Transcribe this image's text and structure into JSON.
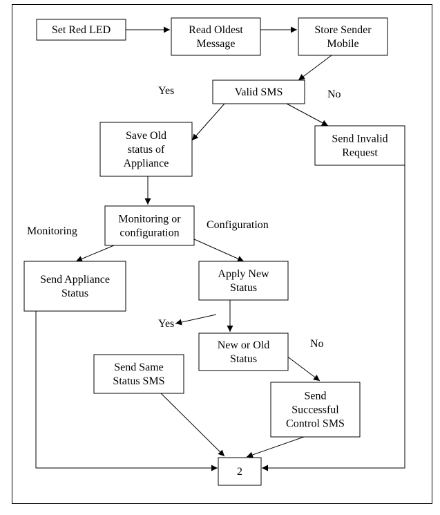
{
  "nodes": {
    "set_red_led": [
      "Set Red LED"
    ],
    "read_oldest": [
      "Read Oldest",
      "Message"
    ],
    "store_sender": [
      "Store Sender",
      "Mobile"
    ],
    "valid_sms": [
      "Valid SMS"
    ],
    "save_old_status": [
      "Save Old",
      "status of",
      "Appliance"
    ],
    "send_invalid": [
      "Send Invalid",
      "Request"
    ],
    "monitoring_or_config": [
      "Monitoring or",
      "configuration"
    ],
    "send_appliance_status": [
      "Send Appliance",
      "Status"
    ],
    "apply_new_status": [
      "Apply New",
      "Status"
    ],
    "new_or_old_status": [
      "New or Old",
      "Status"
    ],
    "send_same_status": [
      "Send Same",
      "Status SMS"
    ],
    "send_successful": [
      "Send",
      "Successful",
      "Control SMS"
    ],
    "end_connector": [
      "2"
    ]
  },
  "labels": {
    "valid_yes": "Yes",
    "valid_no": "No",
    "branch_monitoring": "Monitoring",
    "branch_configuration": "Configuration",
    "status_yes": "Yes",
    "status_no": "No"
  },
  "colors": {
    "line": "#000000",
    "background": "#ffffff"
  }
}
